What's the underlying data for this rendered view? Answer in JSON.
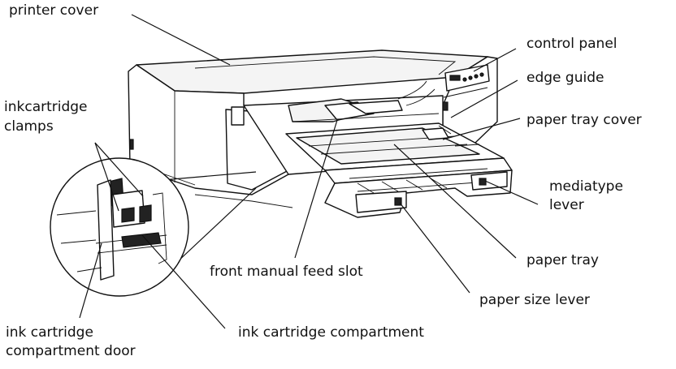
{
  "labels": {
    "printer_cover": "printer cover",
    "ink_cartridge_clamps_1": "inkcartridge",
    "ink_cartridge_clamps_2": "clamps",
    "control_panel": "control panel",
    "edge_guide": "edge guide",
    "paper_tray_cover": "paper tray cover",
    "media_type_lever_1": "mediatype",
    "media_type_lever_2": "lever",
    "paper_tray": "paper tray",
    "front_manual_feed_slot": "front manual feed slot",
    "paper_size_lever": "paper size lever",
    "ink_cartridge_compartment": "ink cartridge compartment",
    "ink_cartridge_compartment_door_1": "ink cartridge",
    "ink_cartridge_compartment_door_2": "compartment door"
  }
}
